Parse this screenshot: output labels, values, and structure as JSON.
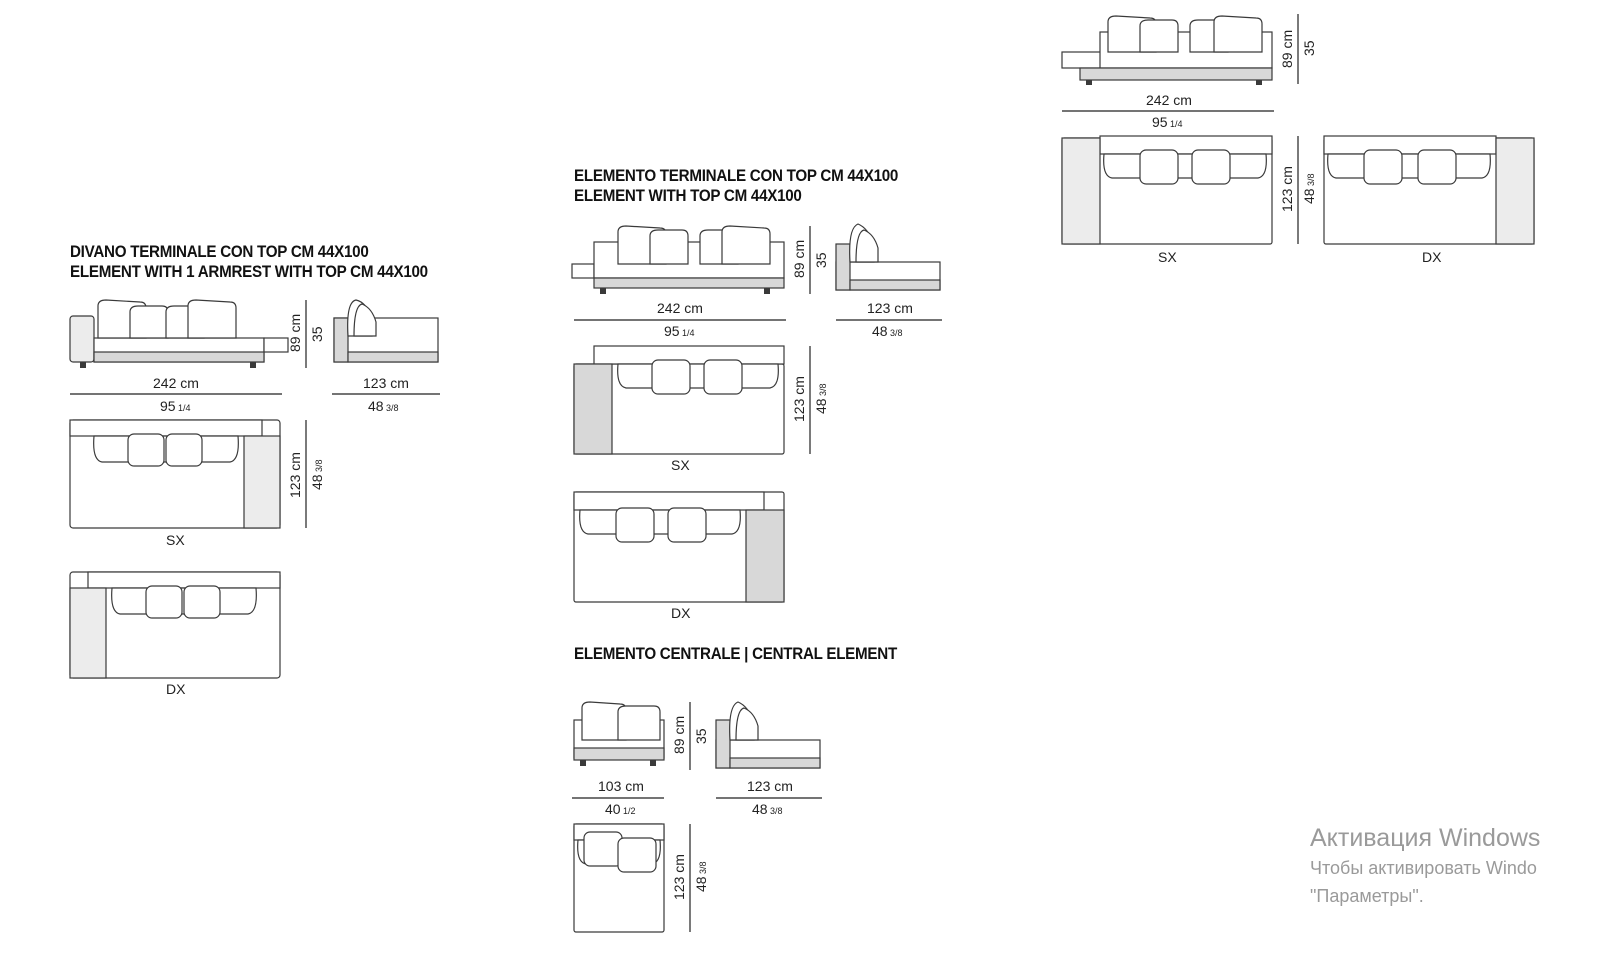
{
  "sections": {
    "armrest": {
      "title_it": "DIVANO TERMINALE CON TOP CM 44X100",
      "title_en": "ELEMENT WITH 1 ARMREST WITH TOP CM 44X100",
      "front_width_cm": "242 cm",
      "front_width_in_whole": "95",
      "front_width_in_frac": "1/4",
      "height_cm": "89 cm",
      "seat_height": "35",
      "side_depth_cm": "123 cm",
      "side_depth_in_whole": "48",
      "side_depth_in_frac": "3/8",
      "plan_depth_cm": "123 cm",
      "plan_depth_in_whole": "48",
      "plan_depth_in_frac": "3/8",
      "label_sx": "SX",
      "label_dx": "DX"
    },
    "terminal": {
      "title_it": "ELEMENTO TERMINALE CON TOP CM 44X100",
      "title_en": "ELEMENT  WITH TOP CM 44X100",
      "front_width_cm": "242 cm",
      "front_width_in_whole": "95",
      "front_width_in_frac": "1/4",
      "height_cm": "89 cm",
      "seat_height": "35",
      "side_depth_cm": "123 cm",
      "side_depth_in_whole": "48",
      "side_depth_in_frac": "3/8",
      "plan_depth_cm": "123 cm",
      "plan_depth_in_whole": "48",
      "plan_depth_in_frac": "3/8",
      "label_sx": "SX",
      "label_dx": "DX"
    },
    "central": {
      "title": "ELEMENTO CENTRALE  |  CENTRAL ELEMENT",
      "front_width_cm": "103 cm",
      "front_width_in_whole": "40",
      "front_width_in_frac": "1/2",
      "height_cm": "89 cm",
      "seat_height": "35",
      "side_depth_cm": "123 cm",
      "side_depth_in_whole": "48",
      "side_depth_in_frac": "3/8",
      "plan_depth_cm": "123 cm",
      "plan_depth_in_whole": "48",
      "plan_depth_in_frac": "3/8"
    },
    "top_right": {
      "front_width_cm": "242 cm",
      "front_width_in_whole": "95",
      "front_width_in_frac": "1/4",
      "height_cm": "89 cm",
      "seat_height": "35",
      "plan_depth_cm": "123 cm",
      "plan_depth_in_whole": "48",
      "plan_depth_in_frac": "3/8",
      "label_sx": "SX",
      "label_dx": "DX"
    }
  },
  "watermark": {
    "title": "Активация Windows",
    "line1": "Чтобы активировать Windo",
    "line2": "\"Параметры\"."
  },
  "colors": {
    "line": "#3a3a3a",
    "fill_light": "#ececec",
    "fill_dark": "#d8d8d8",
    "watermark": "#9a9a9a"
  }
}
